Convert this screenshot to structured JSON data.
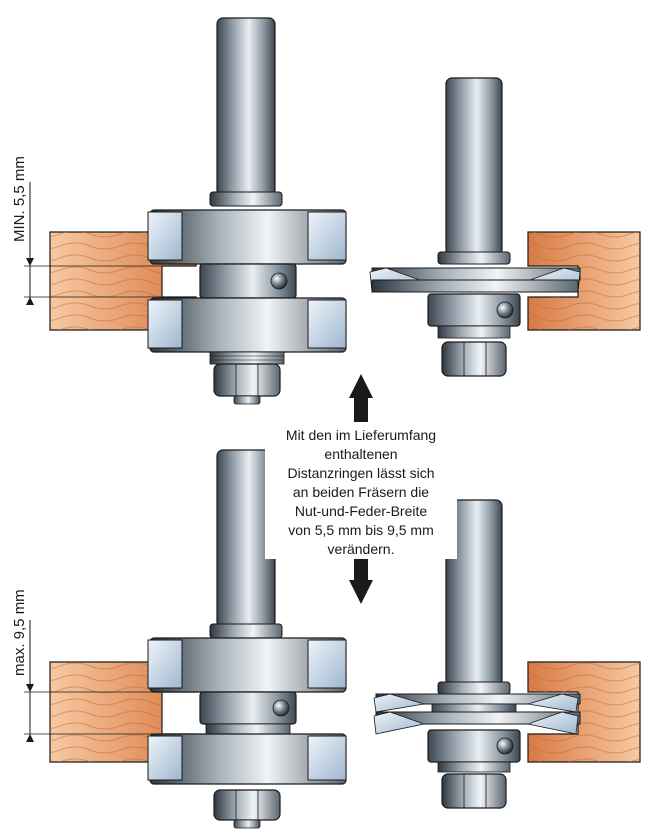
{
  "dimensions": {
    "top_label": "MIN. 5,5 mm",
    "bottom_label": "max. 9,5 mm"
  },
  "caption": {
    "lines": [
      "Mit den im Lieferumfang",
      "enthaltenen",
      "Distanzringen lässt sich",
      "an beiden Fräsern die",
      "Nut-und-Feder-Breite",
      "von 5,5 mm bis 9,5 mm",
      "verändern."
    ]
  },
  "colors": {
    "wood_light": "#f6c49a",
    "wood_mid": "#e8935a",
    "wood_dark": "#c9642e",
    "steel_dark": "#3c4650",
    "steel_light": "#e9eef2",
    "carbide_blue": "#c9d8e8",
    "outline": "#1a1a1a"
  },
  "icons": [
    "arrow-up-icon",
    "arrow-down-icon"
  ]
}
